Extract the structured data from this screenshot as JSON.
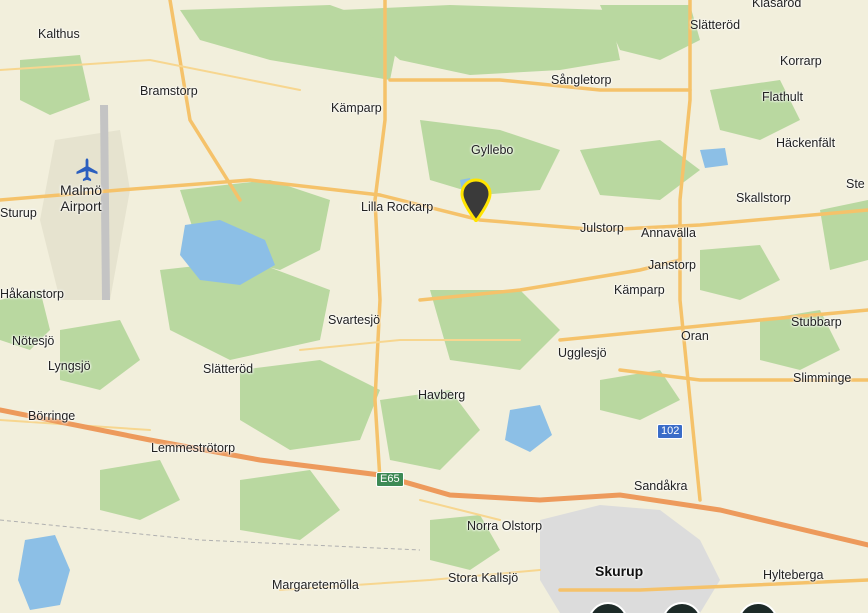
{
  "map": {
    "colors": {
      "land": "#f2efdc",
      "forest": "#b9d8a0",
      "water": "#8cbfe6",
      "road_major": "#f5c26a",
      "motorway": "#ed9a5c",
      "urban": "#dcdcdc",
      "marker": "#3a3a3a",
      "marker_outline": "#ffe400"
    },
    "places": [
      {
        "id": "klasarod",
        "label": "Klasarod"
      },
      {
        "id": "kalthus",
        "label": "Kalthus"
      },
      {
        "id": "slatterod-ne",
        "label": "Slätteröd"
      },
      {
        "id": "sangletorp",
        "label": "Sångletorp"
      },
      {
        "id": "korrarp",
        "label": "Korrarp"
      },
      {
        "id": "bramstorp",
        "label": "Bramstorp"
      },
      {
        "id": "kamparp-n",
        "label": "Kämparp"
      },
      {
        "id": "flathult",
        "label": "Flathult"
      },
      {
        "id": "gyllebo",
        "label": "Gyllebo"
      },
      {
        "id": "hackenfalt",
        "label": "Häckenfält"
      },
      {
        "id": "ste",
        "label": "Ste"
      },
      {
        "id": "skallstorp",
        "label": "Skallstorp"
      },
      {
        "id": "sturup",
        "label": "Sturup"
      },
      {
        "id": "lilla-rockarp",
        "label": "Lilla Rockarp"
      },
      {
        "id": "julstorp",
        "label": "Julstorp"
      },
      {
        "id": "annavalla",
        "label": "Annavälla"
      },
      {
        "id": "janstorp",
        "label": "Janstorp"
      },
      {
        "id": "hakanstorp",
        "label": "Håkanstorp"
      },
      {
        "id": "kamparp-s",
        "label": "Kämparp"
      },
      {
        "id": "svartesjo",
        "label": "Svartesjö"
      },
      {
        "id": "stubbarp",
        "label": "Stubbarp"
      },
      {
        "id": "oran",
        "label": "Oran"
      },
      {
        "id": "notesjo",
        "label": "Nötesjö"
      },
      {
        "id": "ugglesjo",
        "label": "Ugglesjö"
      },
      {
        "id": "lyngsjo",
        "label": "Lyngsjö"
      },
      {
        "id": "slatterod-w",
        "label": "Slätteröd"
      },
      {
        "id": "slimminge",
        "label": "Slimminge"
      },
      {
        "id": "havberg",
        "label": "Havberg"
      },
      {
        "id": "borringe",
        "label": "Börringe"
      },
      {
        "id": "lemmestrotorp",
        "label": "Lemmeströtorp"
      },
      {
        "id": "sandakra",
        "label": "Sandåkra"
      },
      {
        "id": "norra-olstorp",
        "label": "Norra Olstorp"
      },
      {
        "id": "margaretemolla",
        "label": "Margaretemölla"
      },
      {
        "id": "stora-kallsjo",
        "label": "Stora Kallsjö"
      },
      {
        "id": "hylteberga",
        "label": "Hylteberga"
      }
    ],
    "town": {
      "label": "Skurup"
    },
    "airport": {
      "line1": "Malmö",
      "line2": "Airport",
      "icon": "airplane-icon"
    },
    "shields": {
      "e65": "E65",
      "r102": "102"
    },
    "marker": {
      "icon": "map-pin-icon"
    }
  }
}
